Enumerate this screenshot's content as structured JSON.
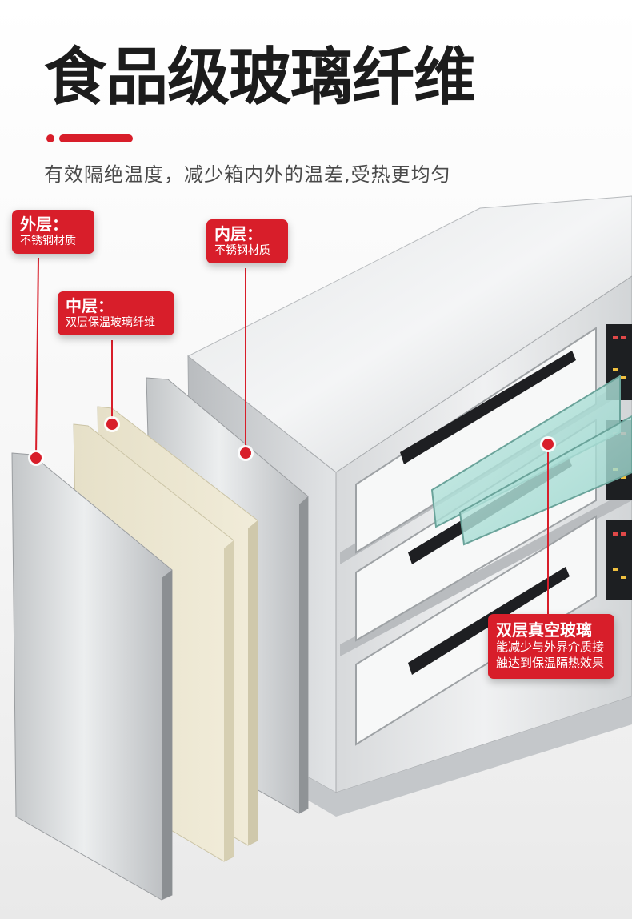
{
  "header": {
    "title": "食品级玻璃纤维",
    "subtitle": "有效隔绝温度，减少箱内外的温差,受热更均匀"
  },
  "callouts": {
    "outer": {
      "title": "外层：",
      "desc": "不锈钢材质"
    },
    "middle": {
      "title": "中层：",
      "desc": "双层保温玻璃纤维"
    },
    "inner": {
      "title": "内层：",
      "desc": "不锈钢材质"
    },
    "glass": {
      "title": "双层真空玻璃",
      "desc": "能减少与外界介质接触达到保温隔热效果"
    }
  },
  "colors": {
    "accent": "#d81e2a",
    "title_text": "#1c1c1c",
    "subtitle_text": "#4a4a4a",
    "steel": "#cfd2d4",
    "insulation": "#ece7d2",
    "glass_tint": "#a9dcd5"
  }
}
